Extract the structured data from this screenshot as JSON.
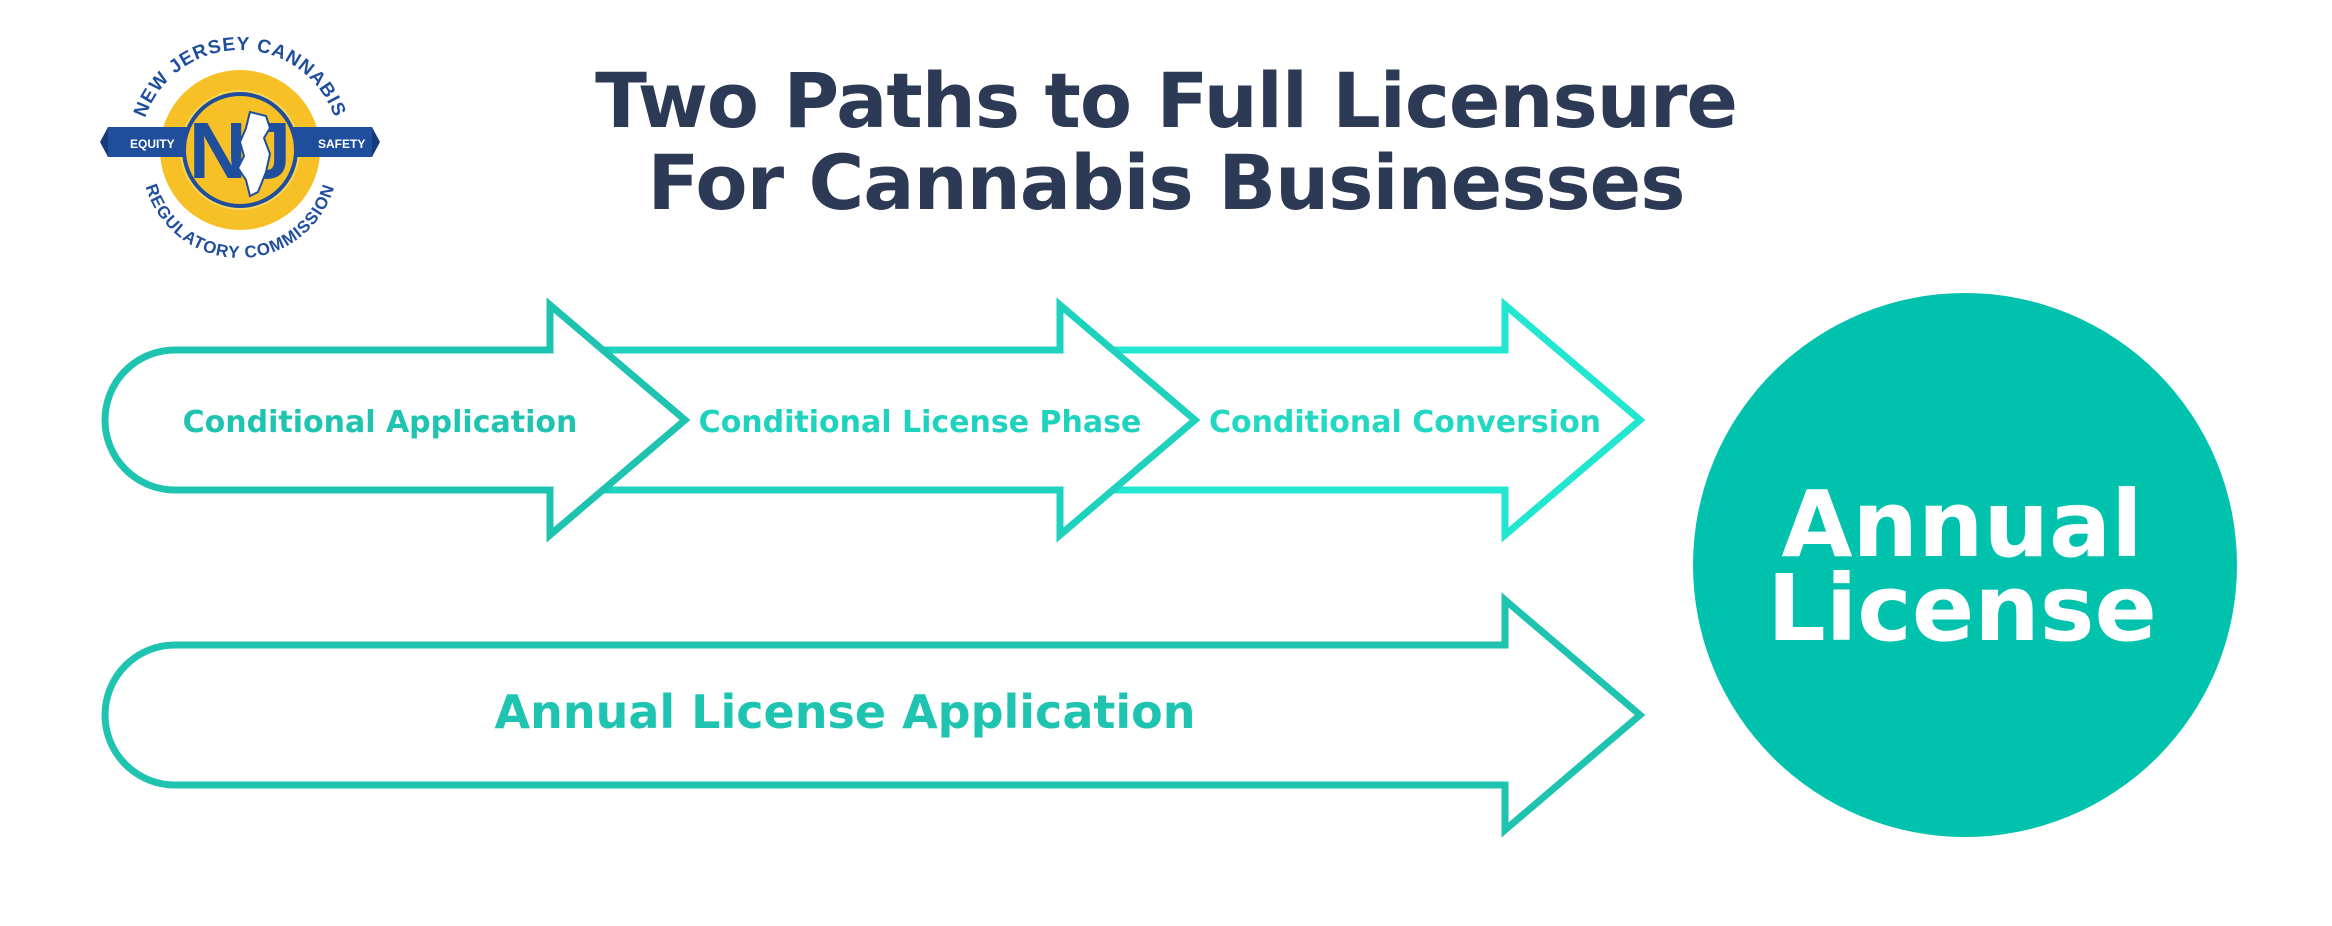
{
  "logo": {
    "top_text": "NEW JERSEY CANNABIS",
    "bottom_text": "REGULATORY COMMISSION",
    "left_banner": "EQUITY",
    "right_banner": "SAFETY",
    "monogram": "NJ",
    "colors": {
      "navy": "#1f4e9c",
      "gold": "#f6c026",
      "sun": "#f9d65a"
    }
  },
  "title": {
    "line1": "Two Paths to Full Licensure",
    "line2": "For Cannabis Businesses",
    "color": "#2d3a55"
  },
  "path1": {
    "steps": [
      {
        "label": "Conditional Application",
        "color": "#1ec4b0"
      },
      {
        "label": "Conditional License Phase",
        "color": "#1fd2bd"
      },
      {
        "label": "Conditional Conversion",
        "color": "#22e6d0"
      }
    ]
  },
  "path2": {
    "label": "Annual License Application",
    "color": "#1ec4b0"
  },
  "destination": {
    "line1": "Annual",
    "line2": "License",
    "fill": "#00c2ad",
    "text_color": "#ffffff"
  }
}
